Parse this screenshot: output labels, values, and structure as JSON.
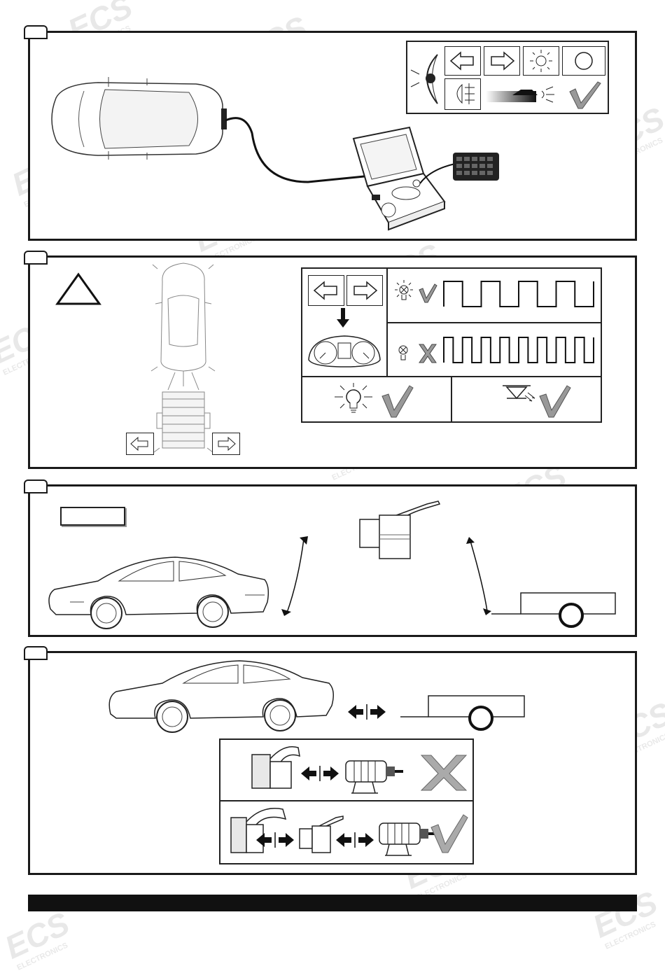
{
  "watermark": {
    "brand": "ECS",
    "sub": "ELECTRONICS"
  },
  "colors": {
    "ink": "#1a1a1a",
    "check": "#888888",
    "bar": "#111111"
  },
  "panel1": {
    "icons": [
      "eye-icon",
      "left-arrow-icon",
      "right-arrow-icon",
      "brake-light-icon",
      "circle-icon",
      "fog-light-icon",
      "moving-car-icon",
      "check-icon"
    ]
  },
  "panel2": {
    "warning": "warning-triangle-icon",
    "signal_rows": [
      {
        "status": "ok",
        "pulses": 4
      },
      {
        "status": "fail",
        "pulses": 8
      }
    ]
  },
  "panel3": {
    "label_box": ""
  },
  "panel4": {
    "rows": [
      "direct",
      "adapter"
    ]
  }
}
